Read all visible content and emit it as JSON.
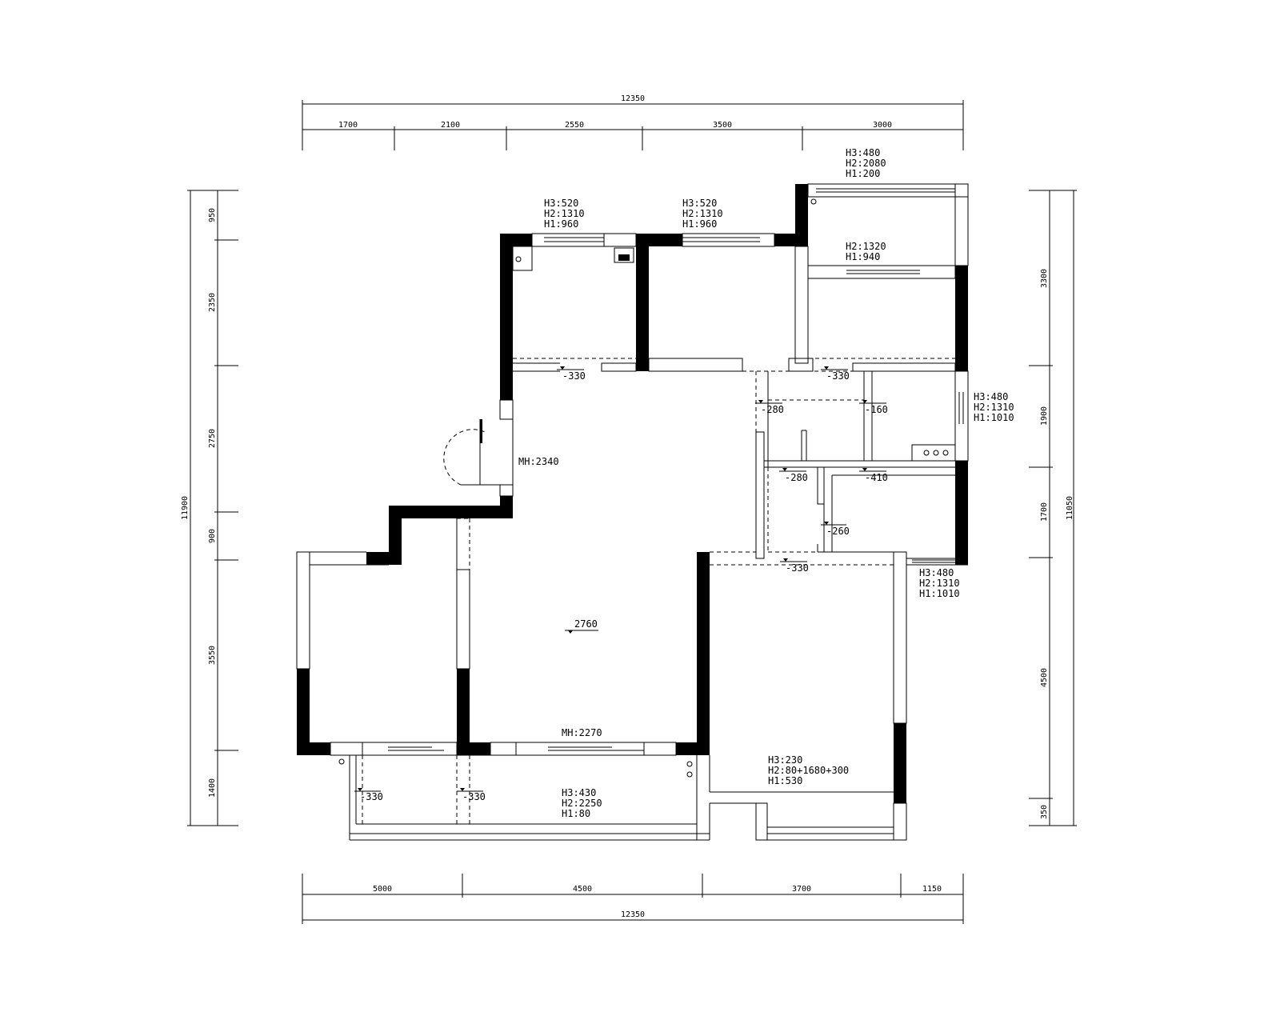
{
  "dimensions": {
    "top_total": "12350",
    "top_segments": [
      "1700",
      "2100",
      "2550",
      "3500",
      "3000"
    ],
    "bottom_segments": [
      "5000",
      "4500",
      "3700",
      "1150"
    ],
    "bottom_total": "12350",
    "left_segments": [
      "950",
      "2350",
      "2750",
      "900",
      "3550",
      "1400"
    ],
    "left_total": "11900",
    "right_segments": [
      "3300",
      "1900",
      "1700",
      "4500",
      "350"
    ],
    "right_total": "11050"
  },
  "window_notes": {
    "top_right": [
      "H3:480",
      "H2:2080",
      "H1:200"
    ],
    "bedroom_left": [
      "H3:520",
      "H2:1310",
      "H1:960"
    ],
    "bedroom_mid": [
      "H3:520",
      "H2:1310",
      "H1:960"
    ],
    "bedroom_right_inner": [
      "H2:1320",
      "H1:940"
    ],
    "kitchen_right": [
      "H3:480",
      "H2:1310",
      "H1:1010"
    ],
    "utility_right": [
      "H3:480",
      "H2:1310",
      "H1:1010"
    ],
    "balcony_right": [
      "H3:230",
      "H2:80+1680+300",
      "H1:530"
    ],
    "balcony_bottom": [
      "H3:430",
      "H2:2250",
      "H1:80"
    ]
  },
  "door_heights": {
    "entry": "MH:2340",
    "living": "MH:2270"
  },
  "levels": {
    "corridor_left": "-330",
    "corridor_right": "-330",
    "bath1_upper": "-280",
    "kitchen": "-160",
    "bath1_lower": "-280",
    "laundry": "-410",
    "bath2": "-260",
    "dining_edge": "-330",
    "living_ceiling": "2760",
    "balcony_left": "-330",
    "balcony_mid": "-330"
  }
}
